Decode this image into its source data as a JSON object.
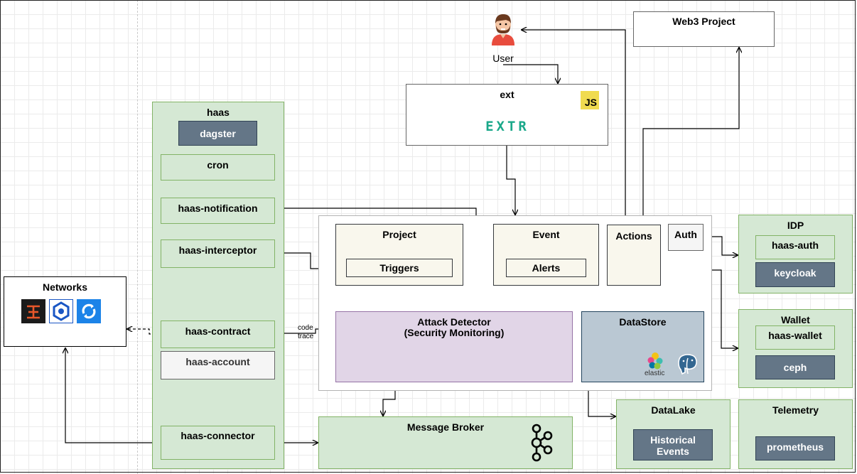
{
  "user": {
    "label": "User"
  },
  "web3": {
    "title": "Web3 Project"
  },
  "ext": {
    "title": "ext",
    "js_badge": "JS",
    "logo_text": "EXTR"
  },
  "haas": {
    "title": "haas",
    "items": {
      "dagster": "dagster",
      "cron": "cron",
      "notification": "haas-notification",
      "interceptor": "haas-interceptor",
      "contract": "haas-contract",
      "account": "haas-account",
      "connector": "haas-connector"
    }
  },
  "networks": {
    "title": "Networks",
    "icons": [
      "chain-logo-icon-1",
      "chain-logo-icon-2",
      "chain-logo-icon-3"
    ]
  },
  "core": {
    "project": "Project",
    "triggers": "Triggers",
    "event": "Event",
    "alerts": "Alerts",
    "actions": "Actions",
    "auth": "Auth",
    "attack_detector_line1": "Attack Detector",
    "attack_detector_line2": "(Security Monitoring)",
    "datastore": "DataStore",
    "elastic_label": "elastic"
  },
  "annotations": {
    "code": "code",
    "trace": "trace"
  },
  "idp": {
    "title": "IDP",
    "auth": "haas-auth",
    "keycloak": "keycloak"
  },
  "wallet": {
    "title": "Wallet",
    "haas_wallet": "haas-wallet",
    "ceph": "ceph"
  },
  "message_broker": {
    "title": "Message Broker"
  },
  "datalake": {
    "title": "DataLake",
    "historical_line1": "Historical",
    "historical_line2": "Events"
  },
  "telemetry": {
    "title": "Telemetry",
    "prometheus": "prometheus"
  },
  "colors": {
    "green_fill": "#d5e8d4",
    "green_stroke": "#82b366",
    "dark_fill": "#647687",
    "cream_fill": "#f9f7ed",
    "purple_fill": "#e1d5e7",
    "steel_fill": "#bac8d3",
    "ext_logo": "#1aa88a",
    "js_yellow": "#f0db4f"
  }
}
